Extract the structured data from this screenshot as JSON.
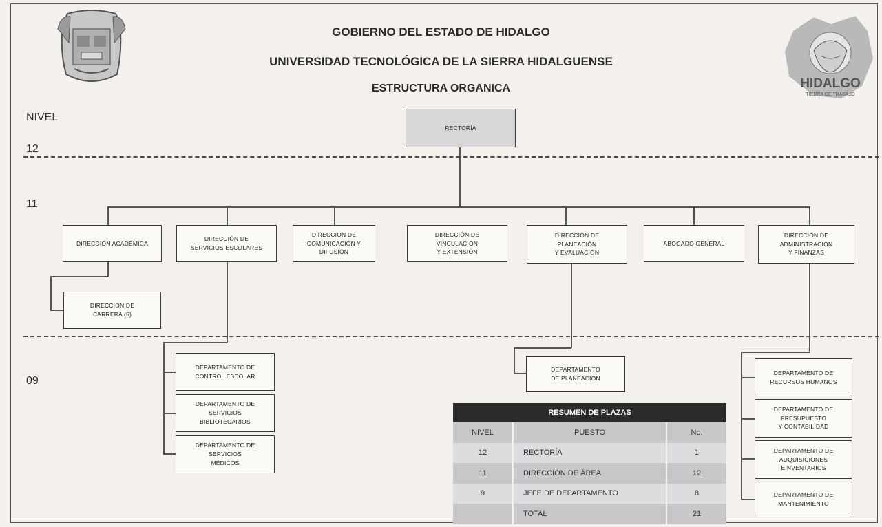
{
  "header": {
    "line1": "GOBIERNO DEL ESTADO DE HIDALGO",
    "line2": "UNIVERSIDAD TECNOLÓGICA DE LA SIERRA HIDALGUENSE",
    "line3": "ESTRUCTURA ORGANICA"
  },
  "logo_right": {
    "text": "HIDALGO",
    "subtext": "TIERRA DE TRABAJO"
  },
  "levels": {
    "label": "NIVEL",
    "l12": "12",
    "l11": "11",
    "l09": "09"
  },
  "boxes": {
    "rectoria": "RECTORÍA",
    "dir_academica": "DIRECCIÓN  ACADÉMICA",
    "dir_servicios": "DIRECCIÓN  DE\nSERVICIOS ESCOLARES",
    "dir_comunicacion": "DIRECCIÓN  DE\nCOMUNICACIÓN  Y\nDIFUSIÓN",
    "dir_vinculacion": "DIRECCIÓN  DE\nVINCULACIÓN\nY EXTENSIÓN",
    "dir_planeacion": "DIRECCIÓN  DE\nPLANEACIÓN\nY EVALUACIÓN",
    "abogado": "ABOGADO  GENERAL",
    "dir_admin": "DIRECCIÓN  DE\nADMINISTRACIÓN\nY FINANZAS",
    "dir_carrera": "DIRECCIÓN  DE\nCARRERA  (5)",
    "dep_control": "DEPARTAMENTO  DE\nCONTROL ESCOLAR",
    "dep_biblio": "DEPARTAMENTO  DE\nSERVICIOS\nBIBLIOTECARIOS",
    "dep_medicos": "DEPARTAMENTO  DE\nSERVICIOS\nMÉDICOS",
    "dep_planeacion": "DEPARTAMENTO\nDE PLANEACIÓN",
    "dep_rh": "DEPARTAMENTO  DE\nRECURSOS  HUMANOS",
    "dep_presupuesto": "DEPARTAMENTO  DE\nPRESUPUESTO\nY CONTABILIDAD",
    "dep_adquisiciones": "DEPARTAMENTO  DE\nADQUISICIONES\nE NVENTARIOS",
    "dep_mantenimiento": "DEPARTAMENTO  DE\nMANTENIMIENTO"
  },
  "summary": {
    "title": "RESUMEN DE PLAZAS",
    "headers": [
      "NIVEL",
      "PUESTO",
      "No."
    ],
    "rows": [
      [
        "12",
        "RECTORÍA",
        "1"
      ],
      [
        "11",
        "DIRECCIÓN DE ÁREA",
        "12"
      ],
      [
        "9",
        "JEFE DE DEPARTAMENTO",
        "8"
      ],
      [
        "",
        "TOTAL",
        "21"
      ]
    ]
  }
}
